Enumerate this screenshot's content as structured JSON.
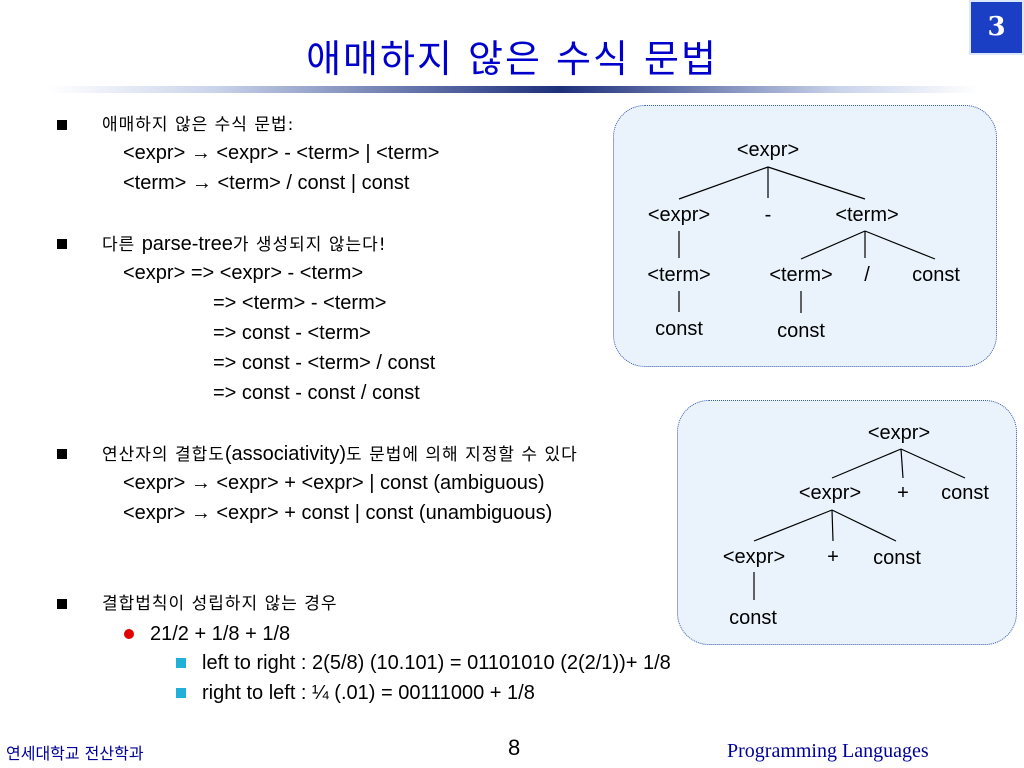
{
  "slide": {
    "title": "애매하지 않은 수식 문법",
    "badge": "3",
    "page_number": "8",
    "footer_left": "연세대학교 전산학과",
    "footer_right": "Programming Languages"
  },
  "body": {
    "b1": {
      "heading": "애매하지 않은 수식 문법:",
      "line1": "<expr> → <expr> - <term>  |  <term>",
      "line2": "<term> → <term> / const  |  const"
    },
    "b2": {
      "heading_kr1": "다른 ",
      "heading_en": "parse-tree",
      "heading_kr2": "가 생성되지 않는다!",
      "d0": "<expr> => <expr> - <term>",
      "d1": "=> <term> - <term>",
      "d2": "=> const - <term>",
      "d3": "=> const - <term> / const",
      "d4": "=> const - const / const"
    },
    "b3": {
      "heading_kr1": "연산자의 결합도",
      "heading_en": "(associativity)",
      "heading_kr2": "도 문법에 의해 지정할 수 있다",
      "line1": "<expr> → <expr> + <expr>  |  const  (ambiguous)",
      "line2": "<expr> → <expr> + const  |  const  (unambiguous)"
    },
    "b4": {
      "heading": "결합법칙이 성립하지 않는 경우",
      "sub": "21/2 + 1/8 + 1/8",
      "item1": "left to right : 2(5/8) (10.101) = 01101010 (2(2/1))+ 1/8",
      "item2": "right to left : ¼ (.01) = 00111000  + 1/8"
    }
  },
  "tree1": {
    "root": "<expr>",
    "expr": "<expr>",
    "minus": "-",
    "term": "<term>",
    "term_left": "<term>",
    "term_right": "<term>",
    "slash": "/",
    "const_right": "const",
    "const_left": "const",
    "const_mid": "const"
  },
  "tree2": {
    "root": "<expr>",
    "expr": "<expr>",
    "plus": "+",
    "const": "const",
    "expr2": "<expr>",
    "plus2": "+",
    "const2": "const",
    "const3": "const"
  }
}
